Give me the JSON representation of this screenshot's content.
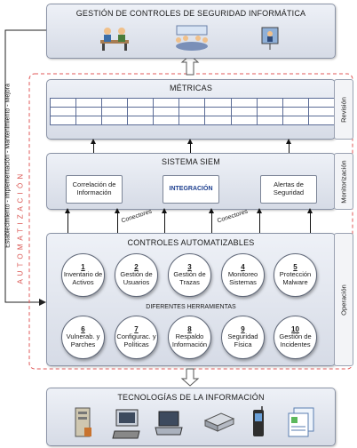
{
  "top_panel": {
    "title": "GESTIÓN DE CONTROLES DE SEGURIDAD INFORMÁTICA"
  },
  "cycle_label": "Establecimiento - Implementación - Mantenimiento - Mejora",
  "automation_label": "A U T O M A T I Z A C I Ó N",
  "metrics": {
    "title": "MÉTRICAS",
    "side_label": "Revisión",
    "rows": 3,
    "cols": 11
  },
  "siem": {
    "title": "SISTEMA SIEM",
    "side_label": "Monitorización",
    "boxes": [
      {
        "label": "Correlación de Información"
      },
      {
        "label": "INTEGRACIÓN"
      },
      {
        "label": "Alertas de Seguridad"
      }
    ]
  },
  "connectors": [
    "Conectores",
    "Conectores"
  ],
  "controls": {
    "title": "CONTROLES AUTOMATIZABLES",
    "side_label": "Operación",
    "tools_label": "DIFERENTES HERRAMIENTAS",
    "items": [
      {
        "num": "1",
        "label": "Inventario de Activos"
      },
      {
        "num": "2",
        "label": "Gestión de Usuarios"
      },
      {
        "num": "3",
        "label": "Gestión de Trazas"
      },
      {
        "num": "4",
        "label": "Monitoreo Sistemas"
      },
      {
        "num": "5",
        "label": "Protección Malware"
      },
      {
        "num": "6",
        "label": "Vulnerab. y Parches"
      },
      {
        "num": "7",
        "label": "Configurac. y Políticas"
      },
      {
        "num": "8",
        "label": "Respaldo Información"
      },
      {
        "num": "9",
        "label": "Seguridad Física"
      },
      {
        "num": "10",
        "label": "Gestión de Incidentes"
      }
    ]
  },
  "bottom_panel": {
    "title": "TECNOLOGÍAS DE LA INFORMACIÓN"
  },
  "colors": {
    "panel_border": "#8a93a6",
    "dashed_border": "#e05a5a",
    "automation_text": "#d9534f",
    "grid_line": "#5b6c96"
  },
  "icons": [
    "people-meeting-icon",
    "team-meeting-icon",
    "presentation-board-icon",
    "server-icon",
    "desktop-computer-icon",
    "laptop-icon",
    "network-device-icon",
    "mobile-phone-icon",
    "document-icon"
  ]
}
